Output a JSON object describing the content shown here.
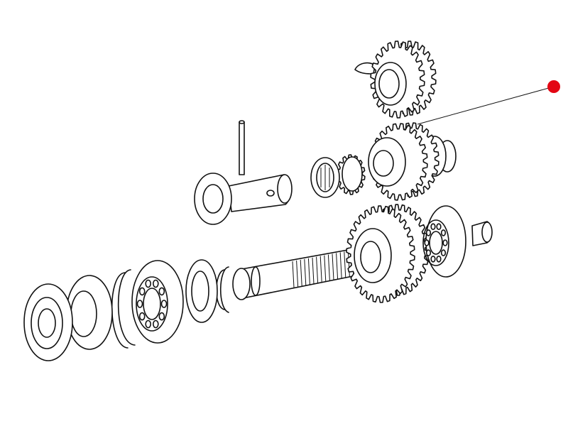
{
  "diagram": {
    "marker_color": "#e30613",
    "line_color": "#111111",
    "background": "#ffffff",
    "gears": [
      {
        "id": "top-gear",
        "teeth": 22
      },
      {
        "id": "upper-middle-gear",
        "teeth": 24
      },
      {
        "id": "small-pinion",
        "teeth": 14
      },
      {
        "id": "large-mainshaft-gear",
        "teeth": 30
      }
    ]
  }
}
